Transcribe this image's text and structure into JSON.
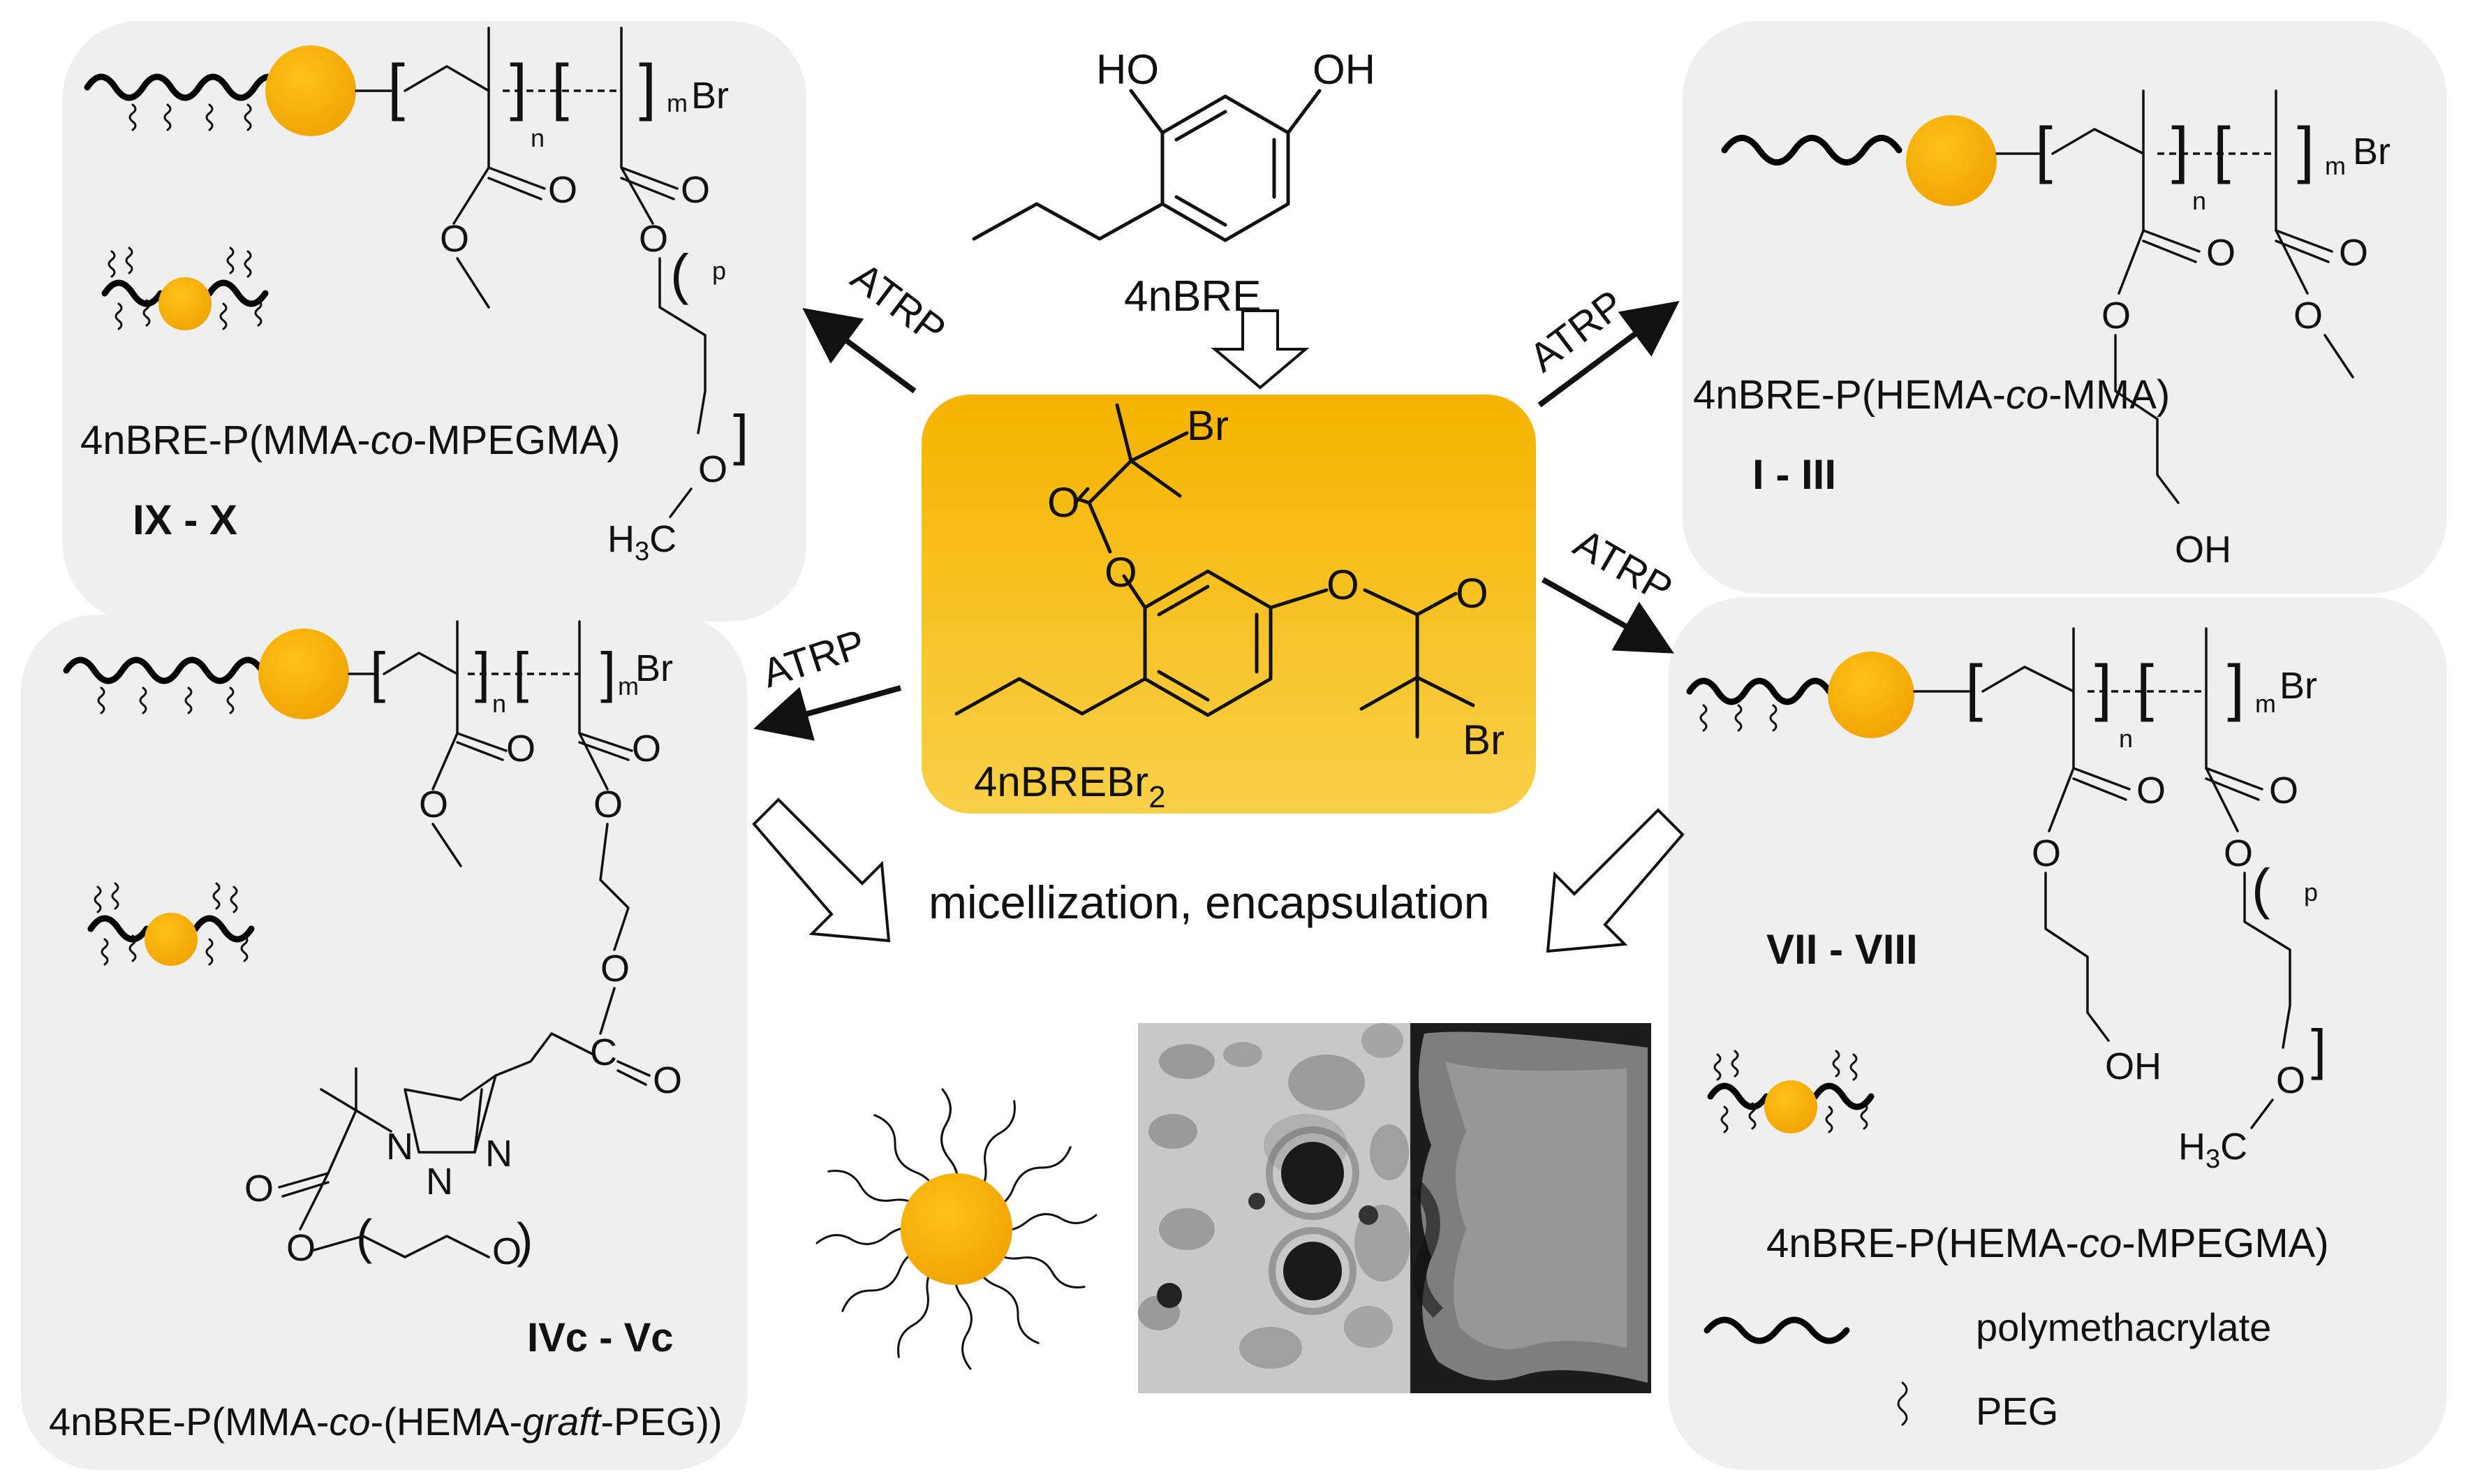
{
  "colors": {
    "panel_fill": "#efefef",
    "core_gradient_top": "#f5b800",
    "core_gradient_bottom": "#f7d04a",
    "bead": "#f5b400",
    "bead_dark": "#e39a00",
    "text": "#111111"
  },
  "top_monomer": {
    "name": "4nBRE",
    "oh_left": "HO",
    "oh_right": "OH"
  },
  "center": {
    "name_main": "4nBREBr",
    "name_sub": "2",
    "br_top": "Br",
    "br_bottom": "Br",
    "o_labels": [
      "O",
      "O",
      "O",
      "O"
    ]
  },
  "arrows": {
    "atrp_label": "ATRP",
    "process_label": "micellization, encapsulation"
  },
  "panel_top_left": {
    "name_prefix": "4nBRE-P(MMA-",
    "name_italic": "co",
    "name_suffix": "-MPEGMA)",
    "code": "IX - X",
    "br": "Br",
    "n": "n",
    "m": "m",
    "p": "p",
    "o": "O",
    "h3c": "H",
    "h3c_sub": "3",
    "h3c_c": "C"
  },
  "panel_top_right": {
    "name_prefix": "4nBRE-P(HEMA-",
    "name_italic": "co",
    "name_suffix": "-MMA)",
    "code": "I - III",
    "br": "Br",
    "n": "n",
    "m": "m",
    "o": "O",
    "oh": "OH"
  },
  "panel_bottom_left": {
    "name_prefix": "4nBRE-P(MMA-",
    "name_italic1": "co",
    "name_mid": "-(HEMA-",
    "name_italic2": "graft",
    "name_suffix": "-PEG))",
    "code": "IVc - Vc",
    "br": "Br",
    "n": "n",
    "m": "m",
    "o": "O",
    "c": "C",
    "n_atom": "N"
  },
  "panel_bottom_right": {
    "name_prefix": "4nBRE-P(HEMA-",
    "name_italic": "co",
    "name_suffix": "-MPEGMA)",
    "code": "VII - VIII",
    "br": "Br",
    "n": "n",
    "m": "m",
    "p": "p",
    "o": "O",
    "oh": "OH",
    "h3c": "H",
    "h3c_sub": "3",
    "h3c_c": "C"
  },
  "legend": {
    "polymethacrylate": "polymethacrylate",
    "peg": "PEG"
  }
}
